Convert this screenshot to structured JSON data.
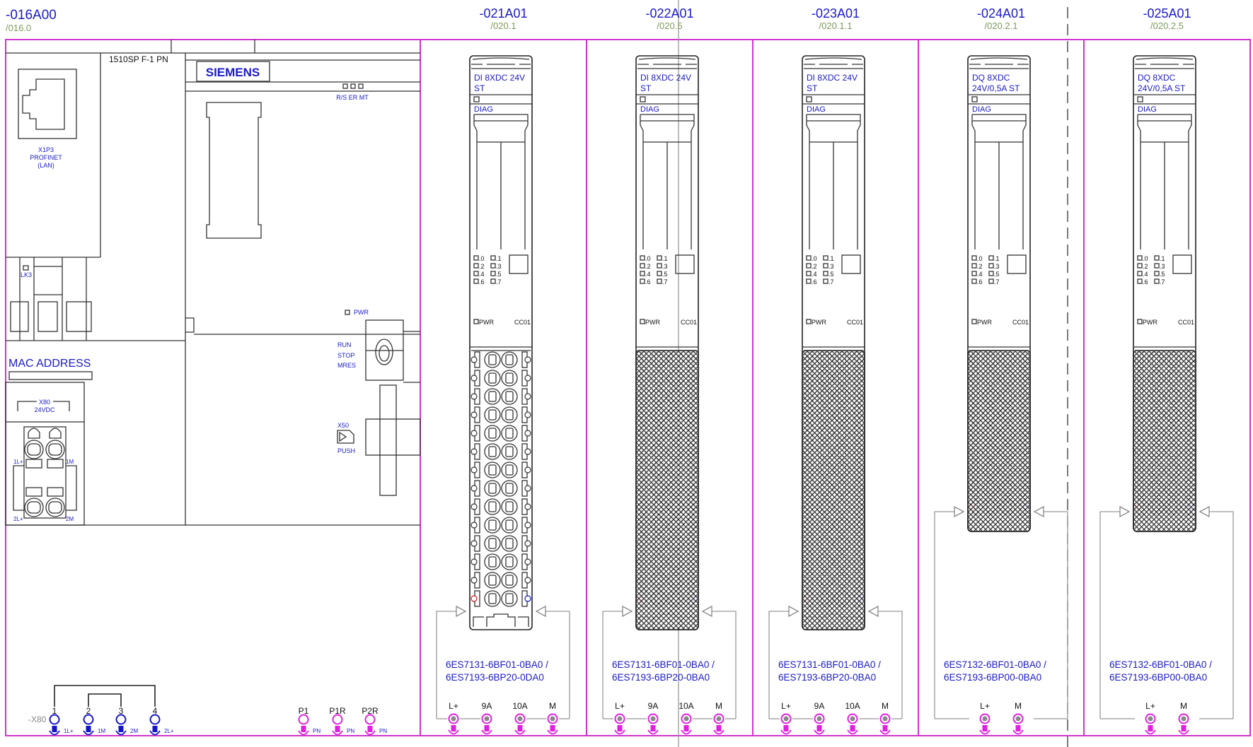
{
  "colors": {
    "frame": "#d033d0",
    "text_blue": "#1a1ac8",
    "ref_green": "#7e9a5a",
    "terminal_blue": "#1515c8",
    "terminal_magenta": "#e020e0",
    "plus_red": "#d02020"
  },
  "cpu": {
    "tag": "-016A00",
    "ref": "/016.0",
    "model": "1510SP F-1 PN",
    "brand": "SIEMENS",
    "led_labels": "R/S ER MT",
    "port_labels": [
      "X1P3",
      "PROFINET",
      "(LAN)"
    ],
    "lk3": "LK3",
    "mac_label": "MAC ADDRESS",
    "x80_labels": [
      "X80",
      "24VDC"
    ],
    "plug_labels": [
      "1L+",
      "1M",
      "2L+",
      "2M"
    ],
    "pwr": "PWR",
    "mode_labels": [
      "RUN",
      "STOP",
      "MRES"
    ],
    "x50": "X50",
    "push": "PUSH"
  },
  "x80_strip": {
    "tag": "-X80",
    "terminals": [
      {
        "num": "1",
        "sub": "1L+"
      },
      {
        "num": "2",
        "sub": "1M"
      },
      {
        "num": "3",
        "sub": "2M"
      },
      {
        "num": "4",
        "sub": "2L+"
      }
    ]
  },
  "pn_terminals": [
    {
      "num": "P1",
      "sub": "PN"
    },
    {
      "num": "P1R",
      "sub": "PN"
    },
    {
      "num": "P2R",
      "sub": "PN"
    }
  ],
  "modules": [
    {
      "tag": "-021A01",
      "ref": "/020.1",
      "name_lines": [
        "DI 8XDC 24V",
        "ST"
      ],
      "diag": "DIAG",
      "leds": [
        ".0",
        ".1",
        ".2",
        ".3",
        ".4",
        ".5",
        ".6",
        ".7"
      ],
      "pwr": "PWR",
      "cc": "CC01",
      "part_lines": [
        "6ES7131-6BF01-0BA0 /",
        "6ES7193-6BP20-0DA0"
      ],
      "terminals": [
        "L+",
        "9A",
        "10A",
        "M"
      ],
      "hatched": false,
      "kind": "DI"
    },
    {
      "tag": "-022A01",
      "ref": "/020.5",
      "name_lines": [
        "DI 8XDC 24V",
        "ST"
      ],
      "diag": "DIAG",
      "leds": [
        ".0",
        ".1",
        ".2",
        ".3",
        ".4",
        ".5",
        ".6",
        ".7"
      ],
      "pwr": "PWR",
      "cc": "CC01",
      "part_lines": [
        "6ES7131-6BF01-0BA0 /",
        "6ES7193-6BP20-0BA0"
      ],
      "terminals": [
        "L+",
        "9A",
        "10A",
        "M"
      ],
      "hatched": true,
      "kind": "DI"
    },
    {
      "tag": "-023A01",
      "ref": "/020.1.1",
      "name_lines": [
        "DI 8XDC 24V",
        "ST"
      ],
      "diag": "DIAG",
      "leds": [
        ".0",
        ".1",
        ".2",
        ".3",
        ".4",
        ".5",
        ".6",
        ".7"
      ],
      "pwr": "PWR",
      "cc": "CC01",
      "part_lines": [
        "6ES7131-6BF01-0BA0 /",
        "6ES7193-6BP20-0BA0"
      ],
      "terminals": [
        "L+",
        "9A",
        "10A",
        "M"
      ],
      "hatched": true,
      "kind": "DI"
    },
    {
      "tag": "-024A01",
      "ref": "/020.2.1",
      "name_lines": [
        "DQ 8XDC",
        "24V/0,5A ST"
      ],
      "diag": "DIAG",
      "leds": [
        ".0",
        ".1",
        ".2",
        ".3",
        ".4",
        ".5",
        ".6",
        ".7"
      ],
      "pwr": "PWR",
      "cc": "CC01",
      "part_lines": [
        "6ES7132-6BF01-0BA0 /",
        "6ES7193-6BP00-0BA0"
      ],
      "terminals": [
        "L+",
        "M"
      ],
      "hatched": true,
      "kind": "DQ"
    },
    {
      "tag": "-025A01",
      "ref": "/020.2.5",
      "name_lines": [
        "DQ 8XDC",
        "24V/0,5A ST"
      ],
      "diag": "DIAG",
      "leds": [
        ".0",
        ".1",
        ".2",
        ".3",
        ".4",
        ".5",
        ".6",
        ".7"
      ],
      "pwr": "PWR",
      "cc": "CC01",
      "part_lines": [
        "6ES7132-6BF01-0BA0 /",
        "6ES7193-6BP00-0BA0"
      ],
      "terminals": [
        "L+",
        "M"
      ],
      "hatched": true,
      "kind": "DQ"
    }
  ]
}
